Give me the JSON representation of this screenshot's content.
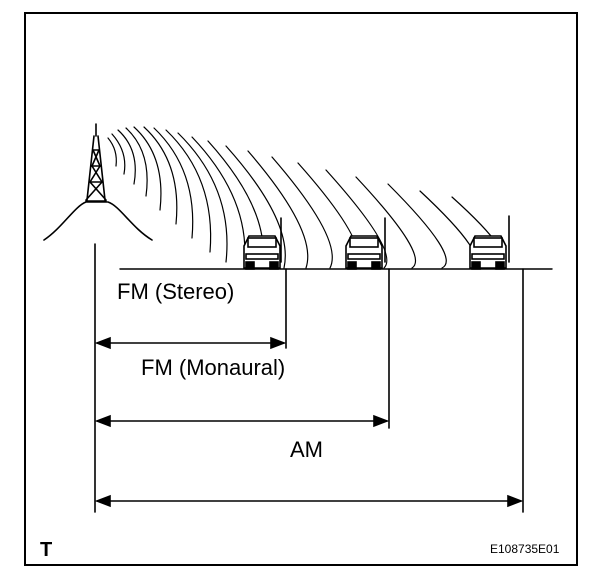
{
  "labels": {
    "fm_stereo": "FM (Stereo)",
    "fm_monaural": "FM (Monaural)",
    "am": "AM"
  },
  "corner_letter": "T",
  "figure_code": "E108735E01",
  "colors": {
    "ink": "#000000",
    "background": "#ffffff"
  },
  "icons": [
    "transmission-tower-icon",
    "radio-waves-icon",
    "car-icon",
    "car-antenna-icon",
    "double-arrow-icon"
  ]
}
